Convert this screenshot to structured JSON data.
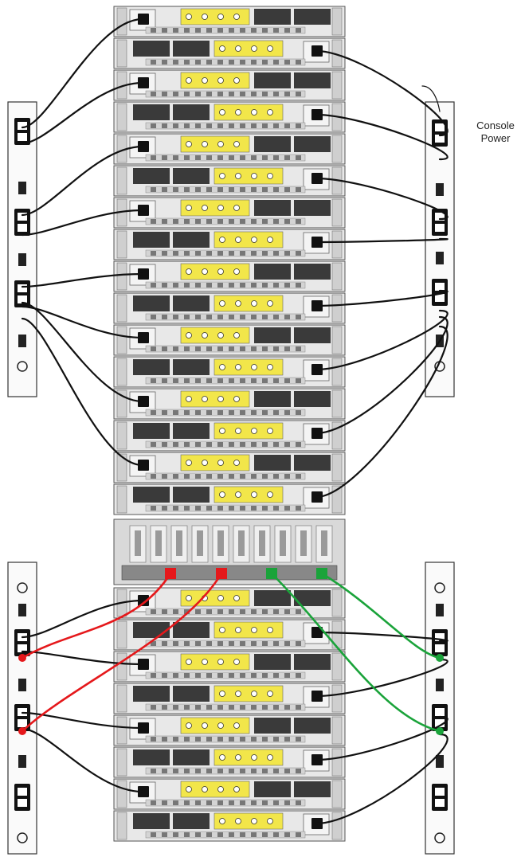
{
  "labels": {
    "console_power_line1": "Console",
    "console_power_line2": "Power"
  },
  "diagram": {
    "server_count": 24,
    "switch_count": 1,
    "pdu_count": 4,
    "switch_after_server_index": 16,
    "colors": {
      "power_cable": "#111111",
      "red_cable": "#e5181b",
      "green_cable": "#1aa33a",
      "accent_yellow": "#f2e64a",
      "chassis": "#e8e8e8",
      "drive_bay": "#3a3a3a",
      "switch": "#d9d9d9"
    },
    "icons": [
      "power-outlet-icon",
      "circuit-breaker-icon",
      "ground-icon",
      "plug-icon"
    ]
  }
}
